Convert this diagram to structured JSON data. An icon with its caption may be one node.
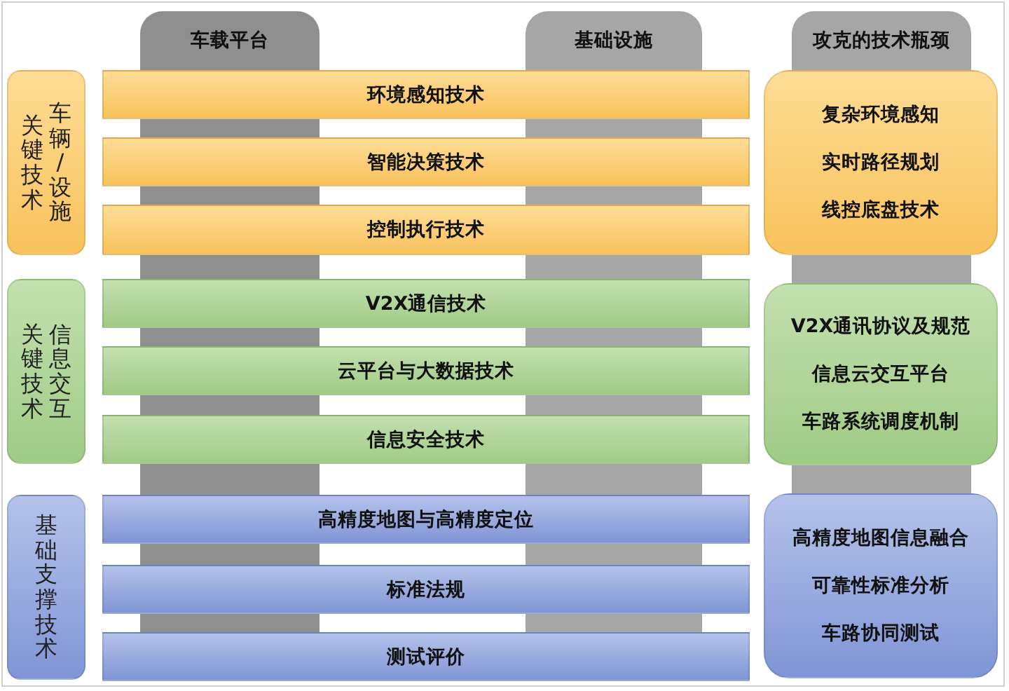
{
  "diagram": {
    "nodes": [
      {
        "text": [
          "车载平台"
        ]
      },
      {
        "text": [
          "基础设施"
        ]
      },
      {
        "text": [
          "攻克的技术瓶颈"
        ]
      },
      {
        "text": [
          "关键技术",
          "车辆/设施"
        ]
      },
      {
        "text": [
          "环境感知技术"
        ]
      },
      {
        "text": [
          "智能决策技术"
        ]
      },
      {
        "text": [
          "控制执行技术"
        ]
      },
      {
        "text": [
          "复杂环境感知",
          "实时路径规划",
          "线控底盘技术"
        ]
      },
      {
        "text": [
          "关键技术",
          "信息交互"
        ]
      },
      {
        "text": [
          "V2X通信技术"
        ]
      },
      {
        "text": [
          "云平台与大数据技术"
        ]
      },
      {
        "text": [
          "信息安全技术"
        ]
      },
      {
        "text": [
          "V2X通讯协议及规范",
          "信息云交互平台",
          "车路系统调度机制"
        ]
      },
      {
        "text": [
          "基础支撑技术"
        ]
      },
      {
        "text": [
          "高精度地图与高精度定位"
        ]
      },
      {
        "text": [
          "标准法规"
        ]
      },
      {
        "text": [
          "测试评价"
        ]
      },
      {
        "text": [
          "高精度地图信息融合",
          "可靠性标准分析",
          "车路协同测试"
        ]
      }
    ]
  }
}
